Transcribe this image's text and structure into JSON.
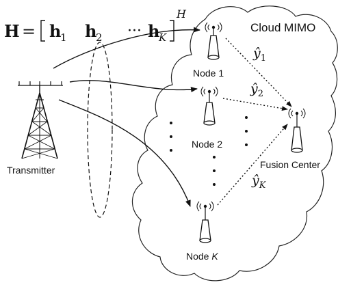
{
  "diagram": {
    "equation": {
      "lhs": "H",
      "equals": "=",
      "h1": "h",
      "h1_sub": "1",
      "h2": "h",
      "h2_sub": "2",
      "dots": "···",
      "hK": "h",
      "hK_sub": "K",
      "superscript": "H"
    },
    "cloud_label": "Cloud MIMO",
    "transmitter_label": "Transmitter",
    "nodes": [
      {
        "label": "Node 1"
      },
      {
        "label": "Node 2"
      },
      {
        "label_prefix": "Node ",
        "label_var": "K"
      }
    ],
    "fusion_center_label": "Fusion Center",
    "estimates": [
      {
        "sym": "ŷ",
        "sub": "1"
      },
      {
        "sym": "ŷ",
        "sub": "2"
      },
      {
        "sym": "ŷ",
        "sub": "K"
      }
    ]
  },
  "icons": [
    "antenna-tower-icon",
    "signal-waves-icon",
    "node-antenna-icon",
    "cloud-shape"
  ]
}
